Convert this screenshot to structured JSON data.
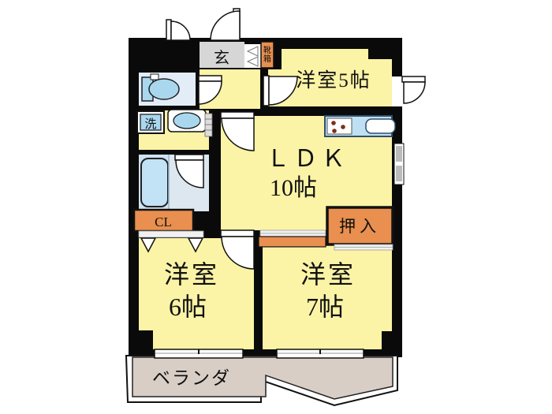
{
  "title": "apartment-floor-plan",
  "rooms": {
    "entrance": {
      "label": "玄"
    },
    "shoe_box": {
      "label": "靴箱",
      "char1": "靴",
      "char2": "箱"
    },
    "western_room_5": {
      "label": "洋室5帖"
    },
    "ldk": {
      "label": "ＬＤＫ",
      "size": "10帖"
    },
    "oshiire_closet": {
      "label": "押入"
    },
    "cl_closet": {
      "label": "CL"
    },
    "laundry": {
      "label": "洗"
    },
    "western_room_6": {
      "label": "洋室6帖",
      "line1": "洋室",
      "line2": "6帖"
    },
    "western_room_7": {
      "label": "洋室7帖",
      "line1": "洋室",
      "line2": "7帖"
    },
    "veranda": {
      "label": "ベランダ"
    }
  },
  "fixtures": [
    "toilet",
    "bathtub",
    "washing-machine",
    "wash-basin",
    "kitchen-sink",
    "stove",
    "entrance-door",
    "sliding-windows"
  ],
  "colors": {
    "room_yellow": "#FBF3A6",
    "storage_orange": "#E98F4F",
    "water_blue": "#BFE0F2",
    "entry_gray": "#D6D6D6",
    "veranda_beige": "#D8CEC6",
    "wall_black": "#0A0A0A"
  }
}
